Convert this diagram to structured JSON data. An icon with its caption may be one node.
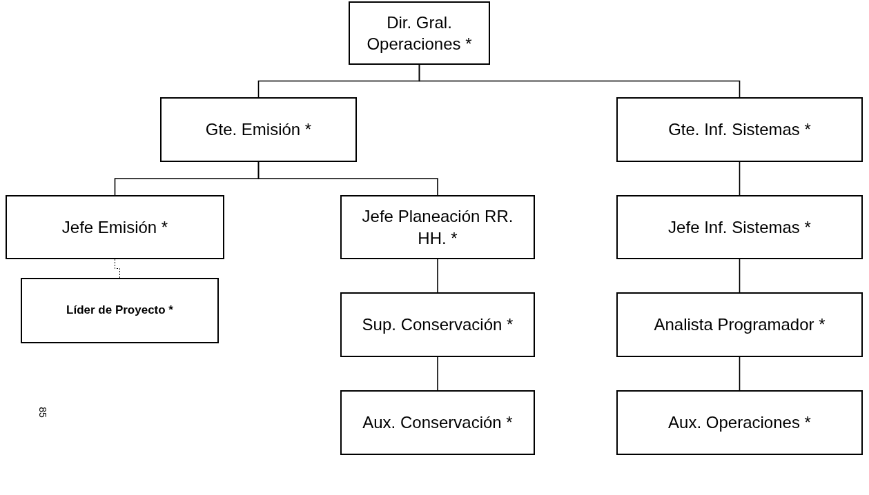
{
  "diagram": {
    "nodes": [
      {
        "text": [
          "Dir. Gral. Operaciones *"
        ]
      },
      {
        "text": [
          "Gte. Emisión *"
        ]
      },
      {
        "text": [
          "Gte. Inf. Sistemas *"
        ]
      },
      {
        "text": [
          "Jefe Emisión *"
        ]
      },
      {
        "text": [
          "Jefe Planeación RR. HH. *"
        ]
      },
      {
        "text": [
          "Jefe Inf. Sistemas *"
        ]
      },
      {
        "text": [
          "Líder de Proyecto *"
        ]
      },
      {
        "text": [
          "Sup. Conservación *"
        ]
      },
      {
        "text": [
          "Analista Programador *"
        ]
      },
      {
        "text": [
          "Aux. Conservación *"
        ]
      },
      {
        "text": [
          "Aux. Operaciones *"
        ]
      }
    ],
    "edges": [
      {
        "from": 0,
        "to": 1,
        "arrow": "none"
      },
      {
        "from": 0,
        "to": 2,
        "arrow": "none"
      },
      {
        "from": 1,
        "to": 3,
        "arrow": "none"
      },
      {
        "from": 1,
        "to": 4,
        "arrow": "none"
      },
      {
        "from": 3,
        "to": 6,
        "arrow": "none",
        "style": "dashed"
      },
      {
        "from": 4,
        "to": 7,
        "arrow": "none"
      },
      {
        "from": 7,
        "to": 9,
        "arrow": "none"
      },
      {
        "from": 2,
        "to": 5,
        "arrow": "none"
      },
      {
        "from": 5,
        "to": 8,
        "arrow": "none"
      },
      {
        "from": 8,
        "to": 10,
        "arrow": "none"
      }
    ],
    "labels": [
      "85"
    ]
  }
}
